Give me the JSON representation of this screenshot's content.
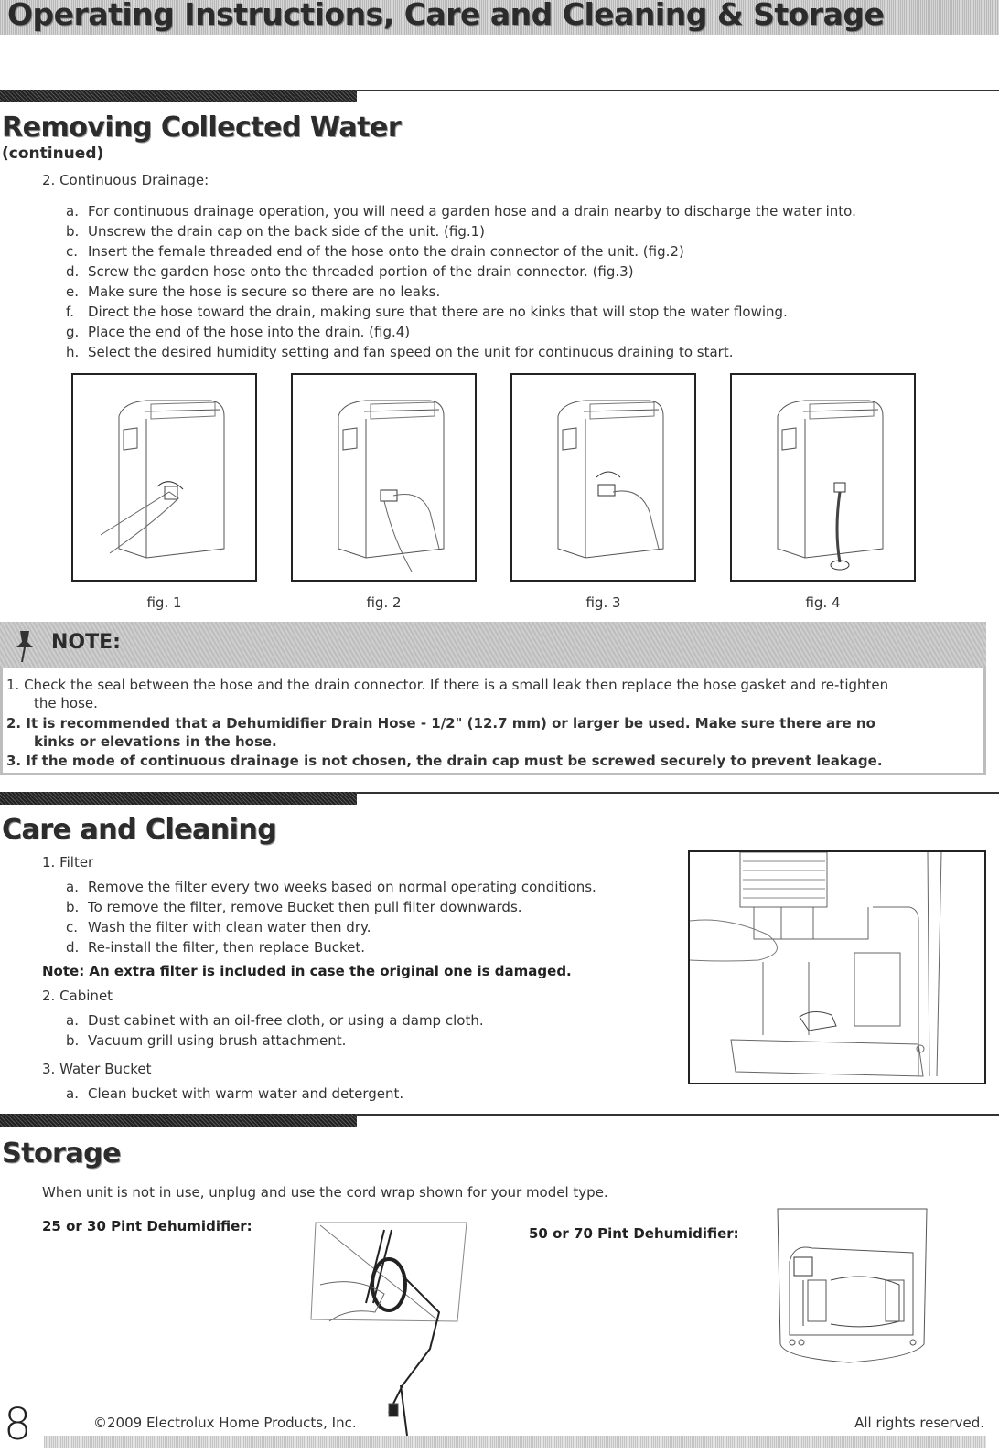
{
  "header": {
    "title": "Operating Instructions, Care and Cleaning & Storage"
  },
  "removing_water": {
    "heading": "Removing Collected Water",
    "subheading": "(continued)",
    "step_label": "2.  Continuous Drainage:",
    "steps": [
      {
        "label": "a.",
        "text": "For continuous drainage operation, you will need a garden hose and a drain nearby to discharge the water into."
      },
      {
        "label": "b.",
        "text": "Unscrew the drain cap on the back side of the unit. (fig.1)"
      },
      {
        "label": "c.",
        "text": "Insert the female threaded end of the hose onto the drain connector of the unit. (fig.2)"
      },
      {
        "label": "d.",
        "text": "Screw the garden hose onto the threaded portion of the drain connector. (fig.3)"
      },
      {
        "label": "e.",
        "text": "Make sure the hose is secure so there are no leaks."
      },
      {
        "label": "f.",
        "text": "Direct the hose toward the drain, making sure that there are no kinks that will stop the water flowing."
      },
      {
        "label": "g.",
        "text": "Place the end of the hose into the drain. (fig.4)"
      },
      {
        "label": "h.",
        "text": "Select the desired humidity setting and fan speed on the unit for continuous draining to start."
      }
    ],
    "figures": [
      {
        "caption": "fig. 1"
      },
      {
        "caption": "fig. 2"
      },
      {
        "caption": "fig. 3"
      },
      {
        "caption": "fig. 4"
      }
    ]
  },
  "note": {
    "title": "NOTE:",
    "items": [
      {
        "line1": "1. Check the seal between the hose and the drain connector. If there is a small leak then replace the hose gasket and re-tighten",
        "line2": "the hose."
      },
      {
        "line1": "2. It is recommended that a Dehumidifier Drain Hose - 1/2\" (12.7 mm) or larger be used. Make sure there are no",
        "line2": "kinks or elevations in the hose."
      },
      {
        "line1": "3. If the mode of continuous drainage is not chosen, the drain cap must be screwed securely to prevent leakage."
      }
    ]
  },
  "care": {
    "heading": "Care and Cleaning",
    "filter": {
      "label": "1.  Filter",
      "steps": [
        {
          "label": "a.",
          "text": "Remove the filter every two weeks based on normal operating conditions."
        },
        {
          "label": "b.",
          "text": "To remove the filter, remove Bucket then pull filter downwards."
        },
        {
          "label": "c.",
          "text": "Wash the filter with clean water then dry."
        },
        {
          "label": "d.",
          "text": "Re-install the filter, then replace Bucket."
        }
      ],
      "note": "Note: An extra filter is included in case the original one is damaged."
    },
    "cabinet": {
      "label": "2.  Cabinet",
      "steps": [
        {
          "label": "a.",
          "text": "Dust cabinet with an oil-free cloth, or using a damp cloth."
        },
        {
          "label": "b.",
          "text": "Vacuum grill using brush attachment."
        }
      ]
    },
    "bucket": {
      "label": "3.  Water Bucket",
      "steps": [
        {
          "label": "a.",
          "text": "Clean bucket with warm water and detergent."
        }
      ]
    }
  },
  "storage": {
    "heading": "Storage",
    "intro": "When unit is not in use, unplug and use the cord wrap shown for your model type.",
    "model_small": "25 or 30 Pint Dehumidifier:",
    "model_large": "50 or 70 Pint Dehumidifier:"
  },
  "footer": {
    "page_number": "8",
    "copyright": "©2009 Electrolux Home Products, Inc.",
    "rights": "All rights reserved."
  }
}
